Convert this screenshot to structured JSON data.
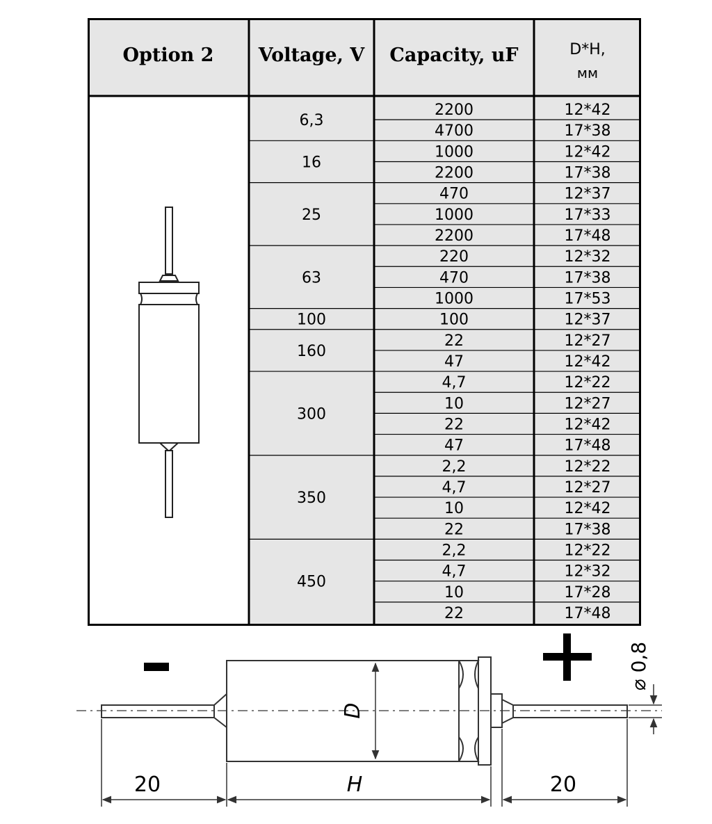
{
  "table": {
    "headers": {
      "option": "Option  2",
      "voltage": "Voltage, V",
      "capacity": "Capacity, uF",
      "dh_line1": "D*H,",
      "dh_line2": "мм"
    },
    "groups": [
      {
        "voltage": "6,3",
        "rows": [
          {
            "capacity": "2200",
            "dh": "12*42"
          },
          {
            "capacity": "4700",
            "dh": "17*38"
          }
        ]
      },
      {
        "voltage": "16",
        "rows": [
          {
            "capacity": "1000",
            "dh": "12*42"
          },
          {
            "capacity": "2200",
            "dh": "17*38"
          }
        ]
      },
      {
        "voltage": "25",
        "rows": [
          {
            "capacity": "470",
            "dh": "12*37"
          },
          {
            "capacity": "1000",
            "dh": "17*33"
          },
          {
            "capacity": "2200",
            "dh": "17*48"
          }
        ]
      },
      {
        "voltage": "63",
        "rows": [
          {
            "capacity": "220",
            "dh": "12*32"
          },
          {
            "capacity": "470",
            "dh": "17*38"
          },
          {
            "capacity": "1000",
            "dh": "17*53"
          }
        ]
      },
      {
        "voltage": "100",
        "rows": [
          {
            "capacity": "100",
            "dh": "12*37"
          }
        ]
      },
      {
        "voltage": "160",
        "rows": [
          {
            "capacity": "22",
            "dh": "12*27"
          },
          {
            "capacity": "47",
            "dh": "12*42"
          }
        ]
      },
      {
        "voltage": "300",
        "rows": [
          {
            "capacity": "4,7",
            "dh": "12*22"
          },
          {
            "capacity": "10",
            "dh": "12*27"
          },
          {
            "capacity": "22",
            "dh": "12*42"
          },
          {
            "capacity": "47",
            "dh": "17*48"
          }
        ]
      },
      {
        "voltage": "350",
        "rows": [
          {
            "capacity": "2,2",
            "dh": "12*22"
          },
          {
            "capacity": "4,7",
            "dh": "12*27"
          },
          {
            "capacity": "10",
            "dh": "12*42"
          },
          {
            "capacity": "22",
            "dh": "17*38"
          }
        ]
      },
      {
        "voltage": "450",
        "rows": [
          {
            "capacity": "2,2",
            "dh": "12*22"
          },
          {
            "capacity": "4,7",
            "dh": "12*32"
          },
          {
            "capacity": "10",
            "dh": "17*28"
          },
          {
            "capacity": "22",
            "dh": "17*48"
          }
        ]
      }
    ]
  },
  "drawing": {
    "minus": "-",
    "plus": "+",
    "lead_diameter": "⌀ 0,8",
    "left_lead_length": "20",
    "body_length": "H",
    "body_diameter": "D",
    "right_lead_length": "20"
  },
  "colors": {
    "cell_gray": "#e6e6e6",
    "border": "#000000",
    "line": "#333333"
  }
}
